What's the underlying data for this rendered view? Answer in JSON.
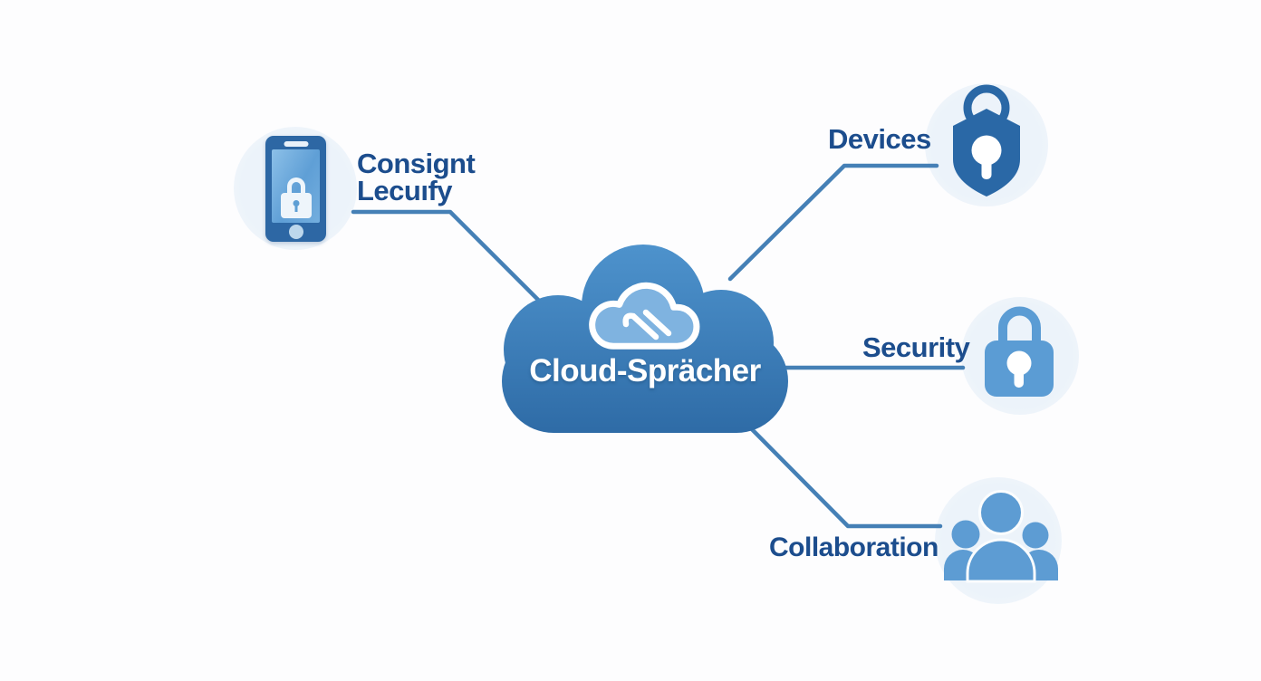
{
  "diagram": {
    "type": "hub-and-spoke cloud concept diagram",
    "center": {
      "label": "Cloud-Sprächer",
      "icon": "cloud-icon"
    },
    "nodes": [
      {
        "id": "phone",
        "lines": [
          "Consignt",
          "Lecuıfy"
        ],
        "icon": "smartphone-lock-icon",
        "position": "top-left"
      },
      {
        "id": "devices",
        "label": "Devices",
        "icon": "shield-lock-icon",
        "position": "top-right"
      },
      {
        "id": "security",
        "label": "Security",
        "icon": "padlock-icon",
        "position": "middle-right"
      },
      {
        "id": "collaboration",
        "label": "Collaboration",
        "icon": "people-group-icon",
        "position": "bottom-right"
      }
    ]
  },
  "labels": {
    "phone_line1": "Consignt",
    "phone_line2": "Lecuıfy",
    "devices": "Devices",
    "security": "Security",
    "collaboration": "Collaboration",
    "center": "Cloud-Sprächer"
  },
  "colors": {
    "background": "#fdfdfe",
    "label_text": "#1c4d8d",
    "connector": "#4580b6",
    "cloud_top": "#4e93cd",
    "cloud_bottom": "#2e6ba6",
    "cloud_text": "#ffffff",
    "inner_cloud_fill": "#7fb3e0",
    "phone_body": "#2d67a4",
    "shield": "#2a68a6",
    "padlock": "#5b9cd4",
    "people": "#5d9cd3",
    "icon_halo": "#ecf3fa"
  }
}
